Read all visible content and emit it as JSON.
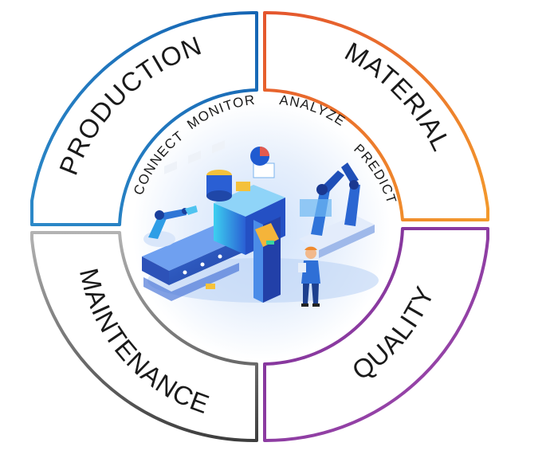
{
  "quadrants": {
    "production": {
      "label": "PRODUCTION",
      "color": "#1f7fc2"
    },
    "material": {
      "label": "MATERIAL",
      "color": "#ee7b28"
    },
    "maintenance": {
      "label": "MAINTENANCE",
      "color": "#9a9a9a"
    },
    "quality": {
      "label": "QUALITY",
      "color": "#8a3da0"
    }
  },
  "cycle": {
    "connect": "CONNECT",
    "monitor": "MONITOR",
    "analyze": "ANALYZE",
    "predict": "PREDICT"
  }
}
